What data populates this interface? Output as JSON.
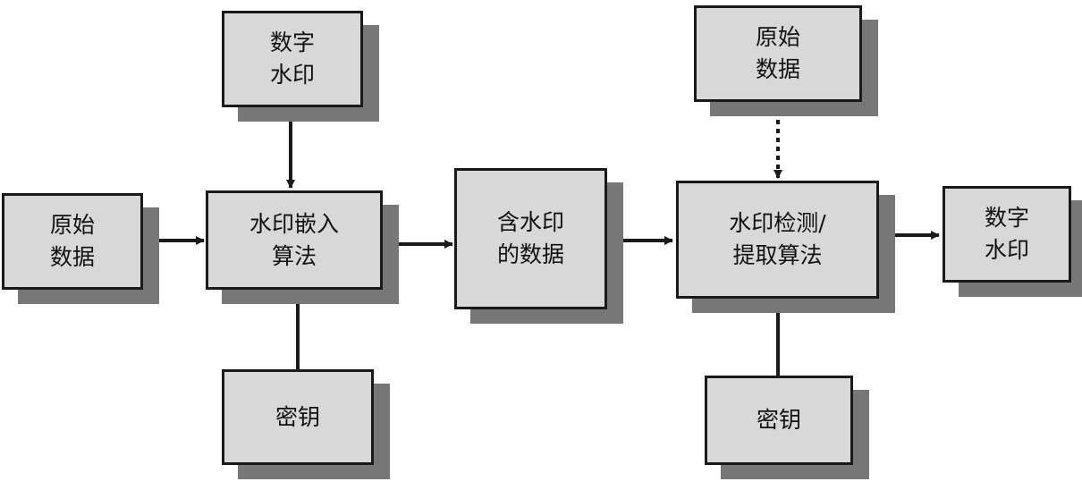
{
  "diagram": {
    "nodes": {
      "watermark_top": "数字\n水印",
      "original_left": "原始\n数据",
      "embed_algorithm": "水印嵌入\n算法",
      "key_left": "密钥",
      "watermarked_data": "含水印\n的数据",
      "original_right": "原始\n数据",
      "detect_algorithm": "水印检测/\n提取算法",
      "key_right": "密钥",
      "watermark_output": "数字\n水印"
    }
  }
}
